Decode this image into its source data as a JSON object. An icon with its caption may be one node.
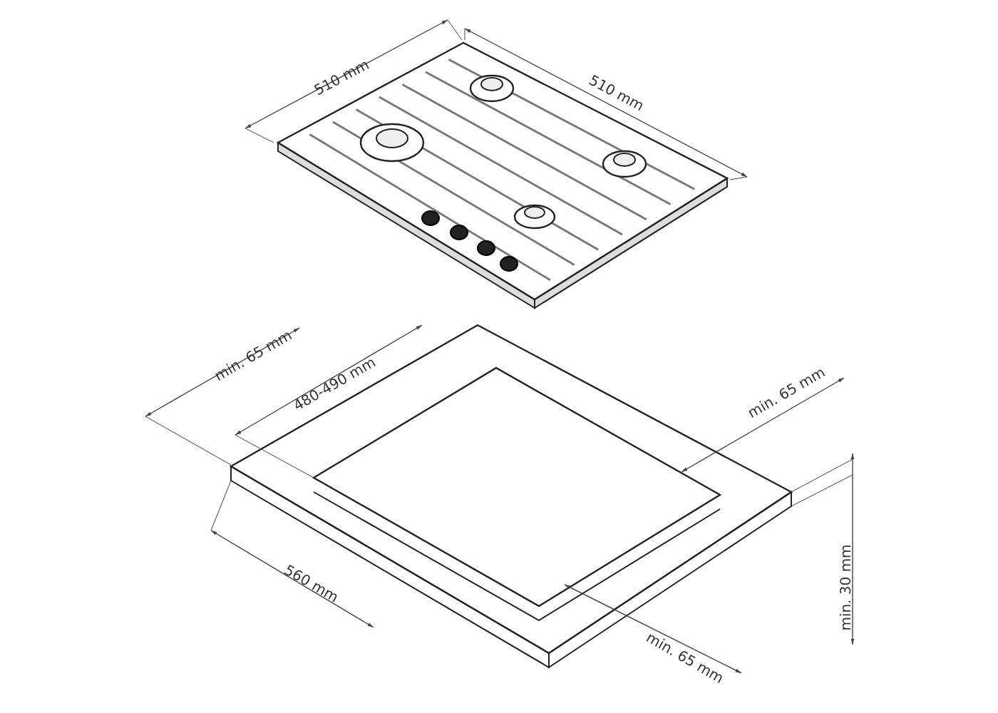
{
  "diagram": {
    "labels": [
      "510 mm",
      "510 mm",
      "min. 65 mm",
      "480-490 mm",
      "min. 65 mm",
      "560 mm",
      "min. 65 mm",
      "min. 30 mm"
    ]
  }
}
